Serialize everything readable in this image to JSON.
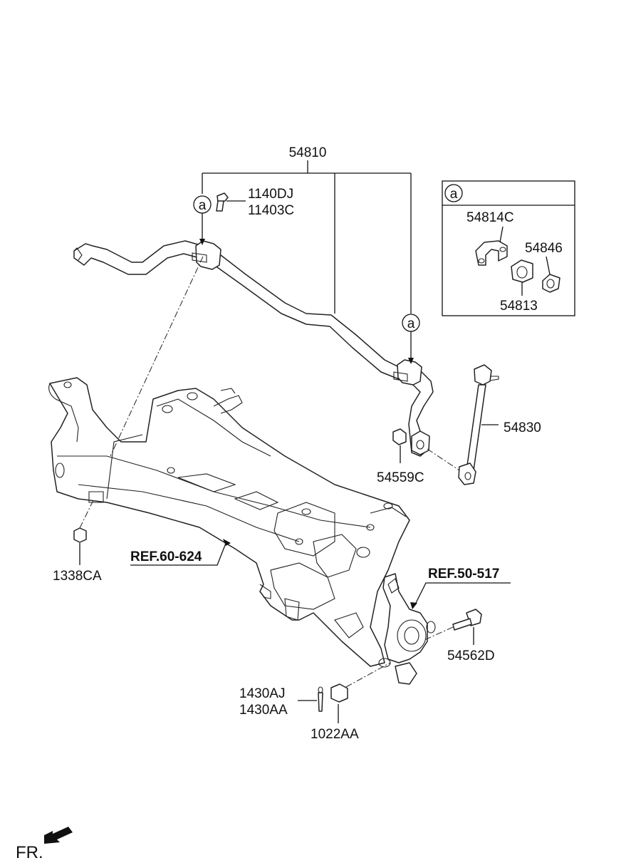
{
  "callouts": {
    "stabilizer_bar": "54810",
    "bolt_a": "1140DJ",
    "bolt_b": "11403C",
    "bracket": "54814C",
    "bushing_sleeve": "54846",
    "bushing": "54813",
    "link": "54830",
    "link_nut": "54559C",
    "mount_nut": "1338CA",
    "knuckle_bolt": "54562D",
    "cotter_pin_a": "1430AJ",
    "cotter_pin_b": "1430AA",
    "castle_nut": "1022AA"
  },
  "references": {
    "crossmember": "REF.60-624",
    "knuckle": "REF.50-517"
  },
  "detail_marker": "a",
  "direction": "FR."
}
